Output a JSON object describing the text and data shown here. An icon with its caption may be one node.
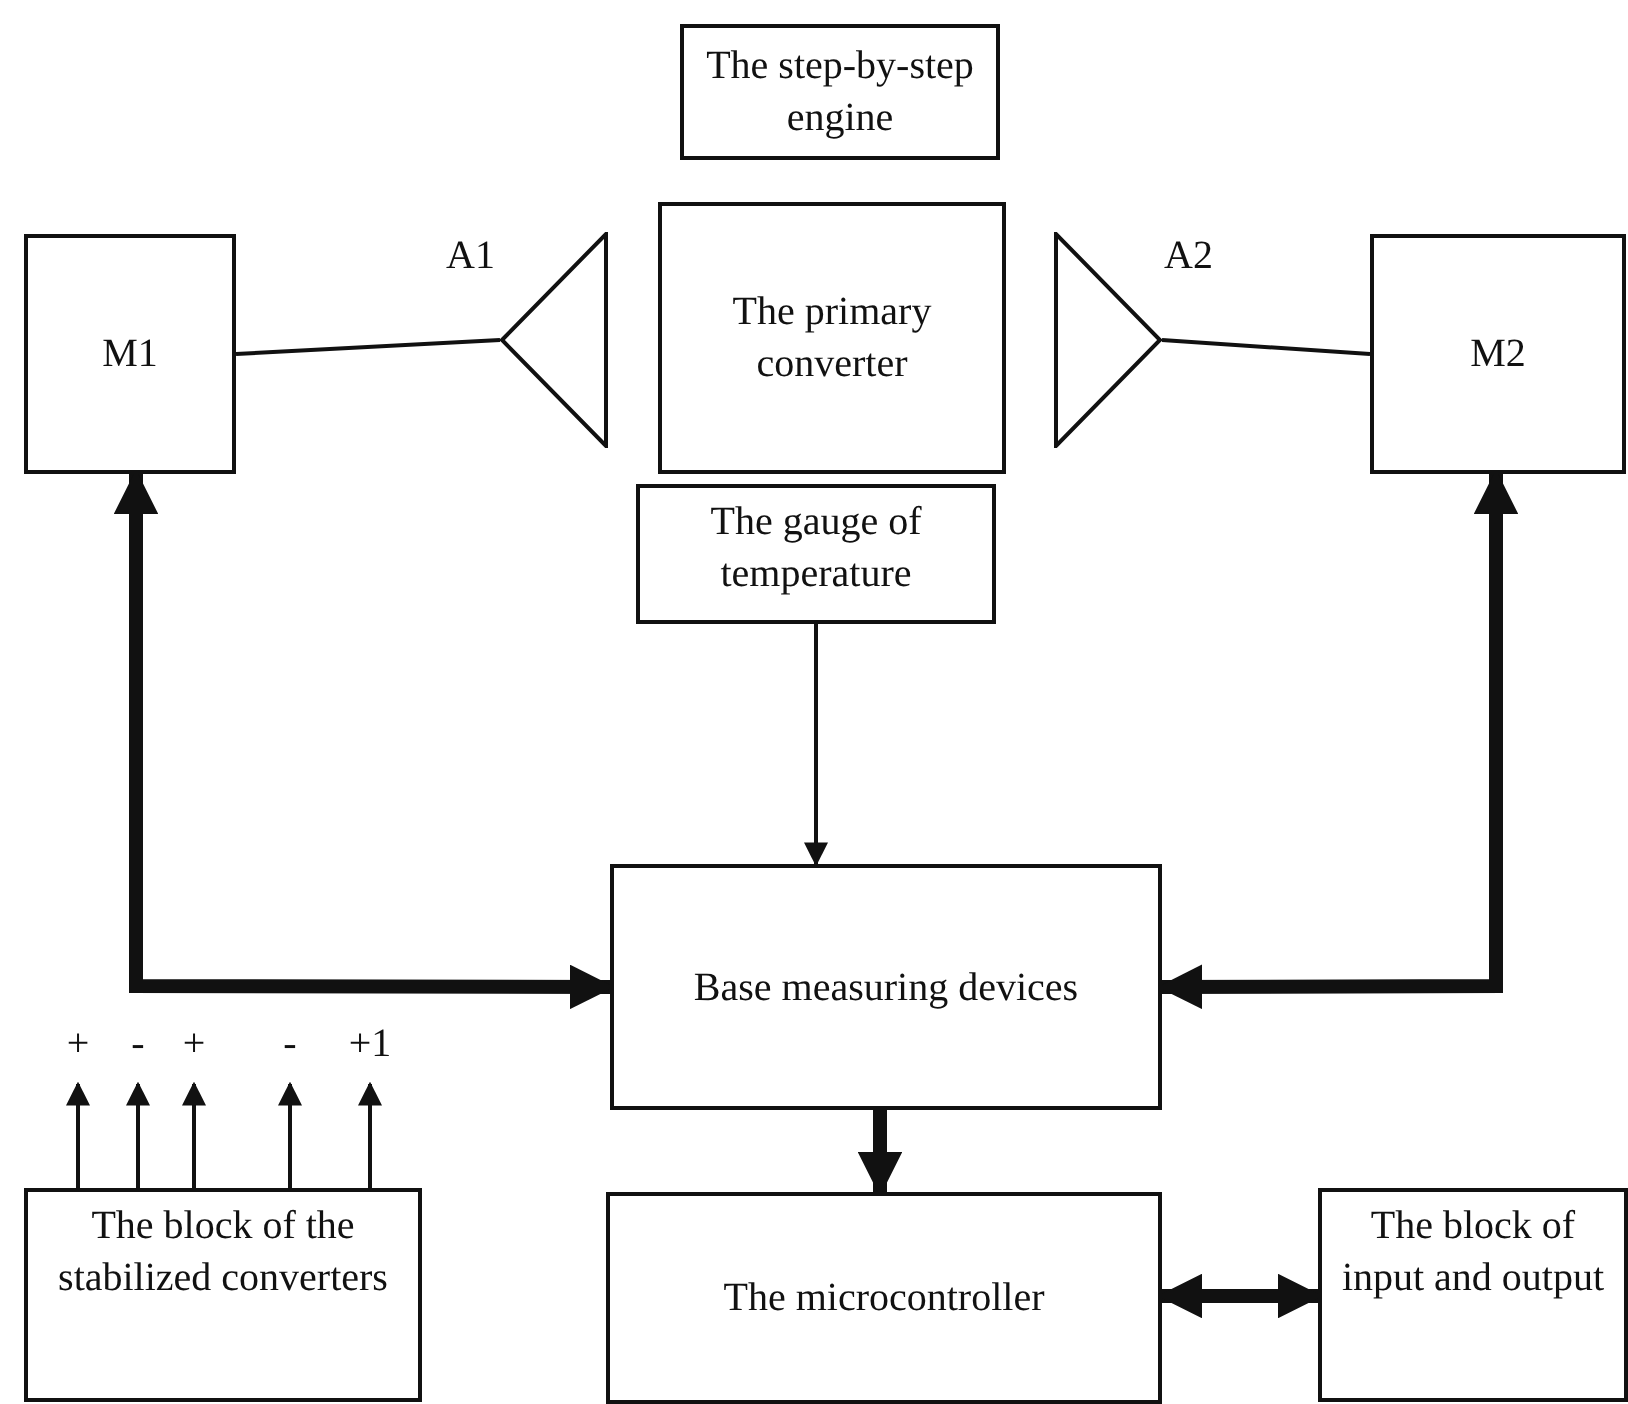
{
  "diagram": {
    "nodes": [
      {
        "text": [
          "The step-by-step engine"
        ]
      },
      {
        "text": [
          "M1"
        ]
      },
      {
        "text": [],
        "shape": "triangle",
        "beside": [
          "A1"
        ]
      },
      {
        "text": [
          "The primary converter"
        ]
      },
      {
        "text": [],
        "shape": "triangle",
        "beside": [
          "A2"
        ]
      },
      {
        "text": [
          "M2"
        ]
      },
      {
        "text": [
          "The gauge of temperature"
        ]
      },
      {
        "text": [
          "Base measuring devices"
        ]
      },
      {
        "text": [
          "The block of the stabilized converters"
        ]
      },
      {
        "text": [
          "The microcontroller"
        ]
      },
      {
        "text": [
          "The block of input and output"
        ]
      }
    ],
    "edges": [
      {
        "from": 1,
        "to": 2,
        "arrow": "none"
      },
      {
        "from": 4,
        "to": 5,
        "arrow": "none"
      },
      {
        "from": 6,
        "to": 7,
        "arrow": "to"
      },
      {
        "from": 7,
        "to": 1,
        "arrow": "both",
        "style": "thick"
      },
      {
        "from": 7,
        "to": 5,
        "arrow": "both",
        "style": "thick"
      },
      {
        "from": 7,
        "to": 9,
        "arrow": "to",
        "style": "thick"
      },
      {
        "from": 9,
        "to": 10,
        "arrow": "both",
        "style": "thick"
      },
      {
        "from": 8,
        "to": null,
        "arrow": "to",
        "label": "+"
      },
      {
        "from": 8,
        "to": null,
        "arrow": "to",
        "label": "-"
      },
      {
        "from": 8,
        "to": null,
        "arrow": "to",
        "label": "+"
      },
      {
        "from": 8,
        "to": null,
        "arrow": "to",
        "label": "-"
      },
      {
        "from": 8,
        "to": null,
        "arrow": "to",
        "label": "+1"
      }
    ]
  }
}
